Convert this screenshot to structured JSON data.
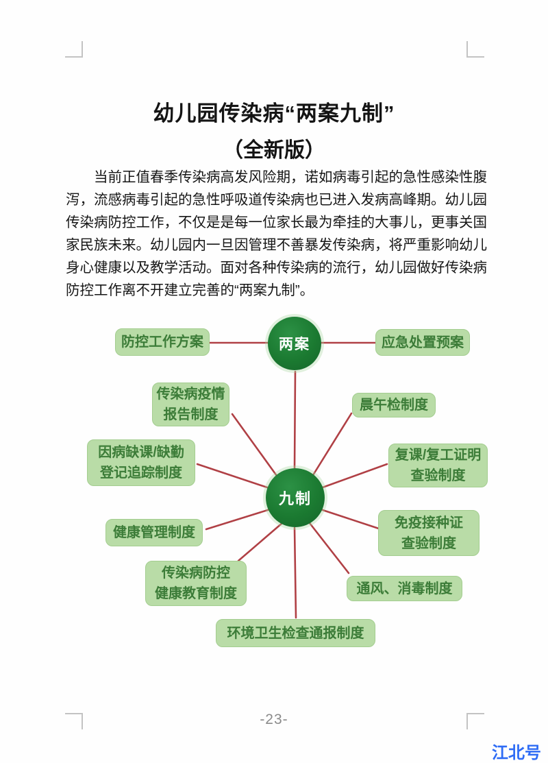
{
  "page": {
    "title": "幼儿园传染病“两案九制”",
    "subtitle": "（全新版）",
    "paragraph_lines": [
      "当前正值春季传染病高发风险期，诺如病毒引起的急性感染性腹",
      "泻，流感病毒引起的急性呼吸道传染病也已进入发病高峰期。幼儿园",
      "传染病防控工作，不仅是是每一位家长最为牵挂的大事儿，更事关国",
      "家民族未来。幼儿园内一旦因管理不善暴发传染病，将严重影响幼儿",
      "身心健康以及教学活动。面对各种传染病的流行，幼儿园做好传染病",
      "防控工作离不开建立完善的“两案九制”。"
    ],
    "page_number": "-23-",
    "watermark": "江北号"
  },
  "diagram": {
    "nodes": [
      {
        "label": "两案"
      },
      {
        "label": "九制"
      }
    ],
    "boxes": [
      {
        "lines": [
          "防控工作方案"
        ]
      },
      {
        "lines": [
          "应急处置预案"
        ]
      },
      {
        "lines": [
          "传染病疫情",
          "报告制度"
        ]
      },
      {
        "lines": [
          "晨午检制度"
        ]
      },
      {
        "lines": [
          "因病缺课/缺勤",
          "登记追踪制度"
        ]
      },
      {
        "lines": [
          "复课/复工证明",
          "查验制度"
        ]
      },
      {
        "lines": [
          "健康管理制度"
        ]
      },
      {
        "lines": [
          "免疫接种证",
          "查验制度"
        ]
      },
      {
        "lines": [
          "传染病防控",
          "健康教育制度"
        ]
      },
      {
        "lines": [
          "通风、消毒制度"
        ]
      },
      {
        "lines": [
          "环境卫生检查通报制度"
        ]
      }
    ],
    "colors": {
      "node_green": "#1b7a31",
      "box_green_bg": "#b9dca7",
      "box_text_green": "#3c7c38",
      "connector_red": "#b04045"
    }
  }
}
